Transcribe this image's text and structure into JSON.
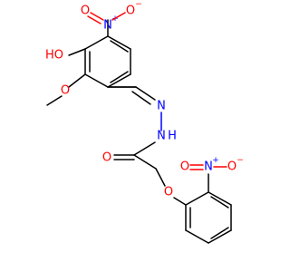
{
  "structure": {
    "atom_colors": {
      "carbon_bond": "#000000",
      "oxygen": "#ff0000",
      "nitrogen": "#0000ff"
    },
    "labels": {
      "hydroxyl": "HO",
      "nitro_top_N": "N",
      "nitro_top_N_charge": "+",
      "nitro_top_O_upper": "O",
      "nitro_top_O_upper_charge": "−",
      "nitro_top_O_lower": "O",
      "methoxy_O": "O",
      "hydrazone_N1": "N",
      "hydrazone_N2": "N",
      "amide_NH_H": "H",
      "carbonyl_O": "O",
      "ether_O": "O",
      "nitro_right_N": "N",
      "nitro_right_N_charge": "+",
      "nitro_right_O_left": "O",
      "nitro_right_O_right": "O",
      "nitro_right_O_right_charge": "−"
    }
  }
}
